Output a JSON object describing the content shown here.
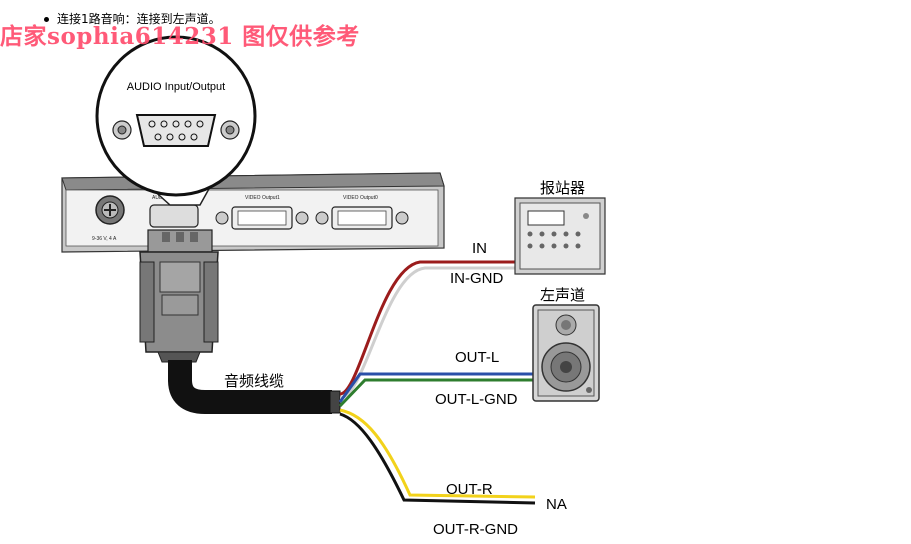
{
  "note": "连接1路音响：连接到左声道。",
  "watermark": "店家sophia614231 图仅供参考",
  "device": {
    "zoom_label": "AUDIO Input/Output",
    "port_labels": [
      "AUDIO Input/Output",
      "VIDEO Output1",
      "VIDEO Output0"
    ],
    "power_label": "9-36 V, 4 A"
  },
  "cable_label": "音频线缆",
  "wires": {
    "in": "IN",
    "in_gnd": "IN-GND",
    "out_l": "OUT-L",
    "out_l_gnd": "OUT-L-GND",
    "out_r": "OUT-R",
    "out_r_gnd": "OUT-R-GND",
    "na": "NA"
  },
  "targets": {
    "station": "报站器",
    "speaker": "左声道"
  },
  "colors": {
    "wire_in": "#9b1c1c",
    "wire_in_gnd": "#cfcfcf",
    "wire_out_l": "#2a4fa8",
    "wire_out_l_gnd": "#2e7d2e",
    "wire_out_r": "#f2d21b",
    "wire_out_r_gnd": "#111111",
    "watermark": "#ff4d6d"
  }
}
